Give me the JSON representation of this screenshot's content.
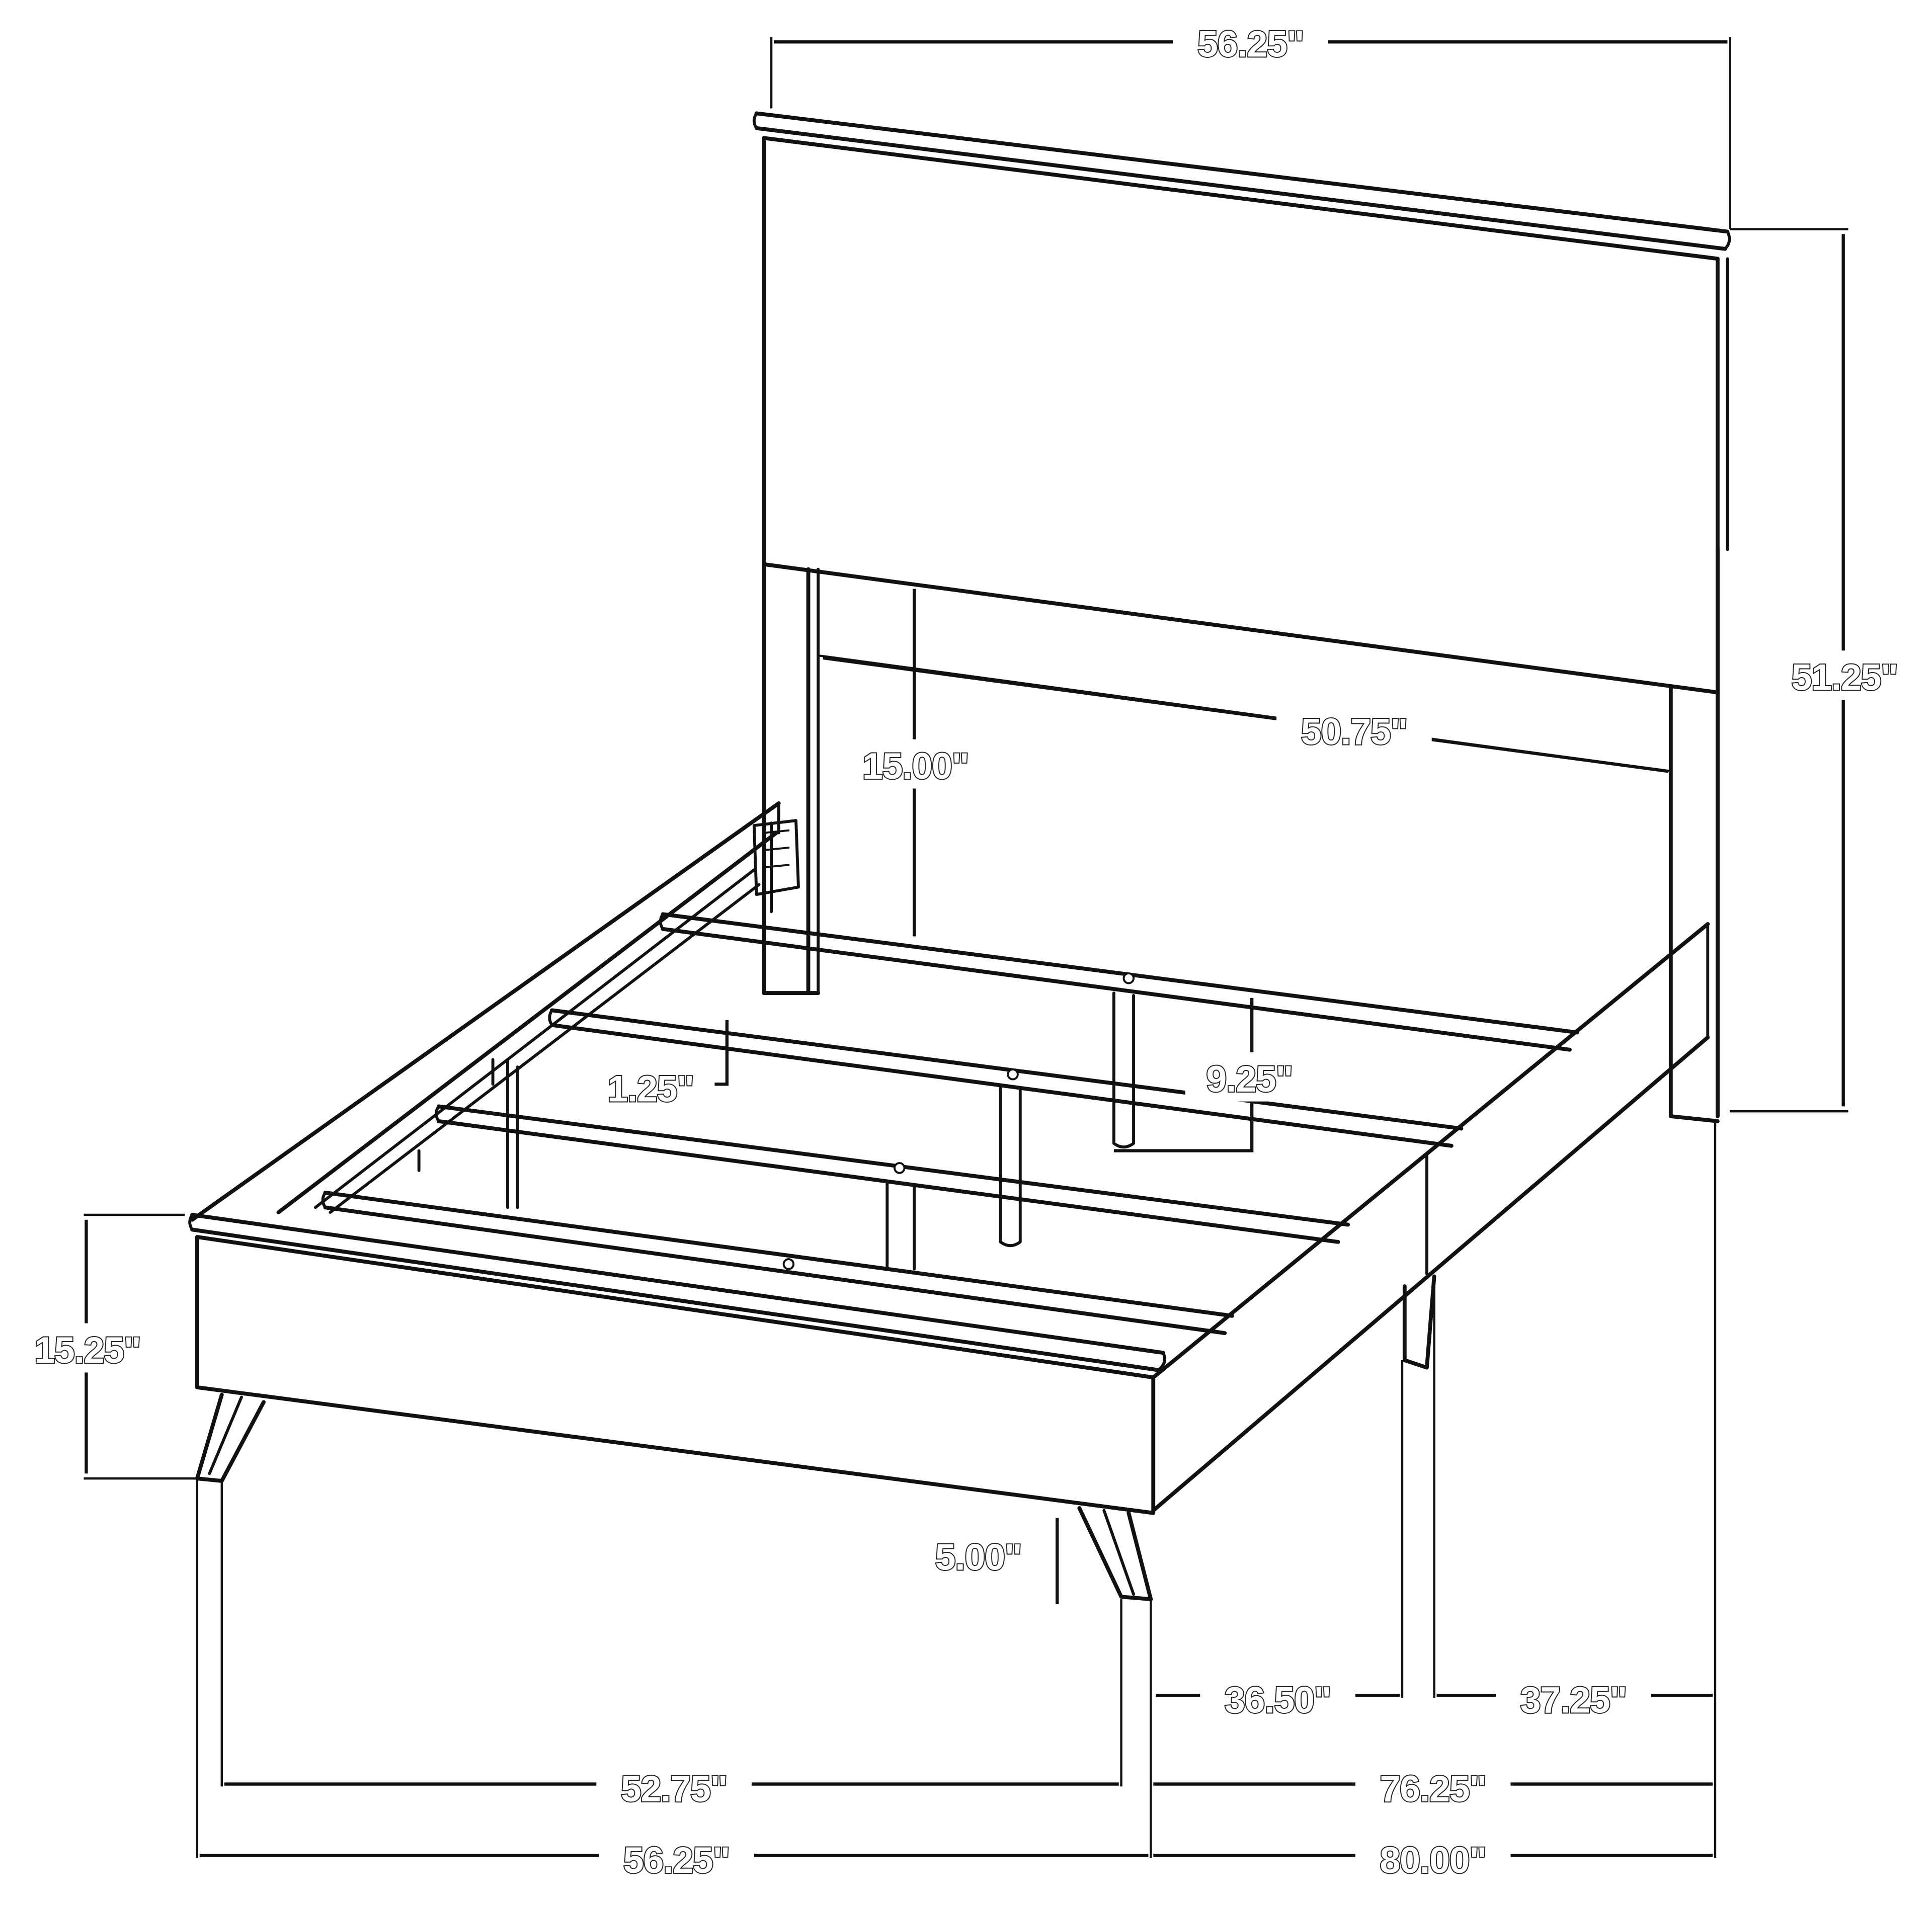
{
  "diagram": {
    "subject": "bed frame dimension drawing",
    "unit": "inches",
    "line_color": "#111111",
    "background_color": "#ffffff",
    "dimensions": {
      "headboard_width": "56.25\"",
      "headboard_height": "51.25\"",
      "inner_headboard_width": "50.75\"",
      "headboard_clearance_height": "15.00\"",
      "slat_thickness": "1.25\"",
      "center_support_height": "9.25\"",
      "footboard_height": "15.25\"",
      "leg_clearance": "5.00\"",
      "side_rail_front_section": "36.50\"",
      "side_rail_rear_section": "37.25\"",
      "inner_width": "52.75\"",
      "overall_width": "56.25\"",
      "inner_length": "76.25\"",
      "overall_length": "80.00\""
    }
  }
}
